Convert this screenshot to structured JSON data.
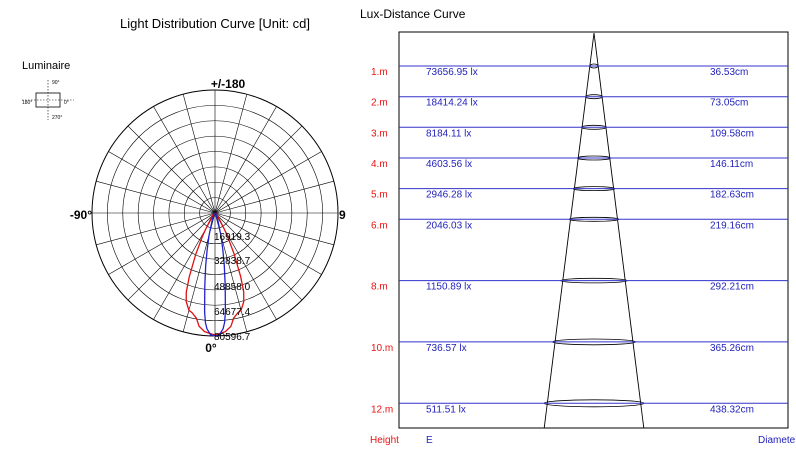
{
  "polar": {
    "title": "Light Distribution Curve   [Unit: cd]",
    "luminaire_label": "Luminaire",
    "icon_labels": {
      "top": "90°",
      "left": "180°",
      "right": "0°",
      "bottom": "270°"
    },
    "angle_labels": {
      "top": "+/-180",
      "left": "-90°",
      "right": "9",
      "bottom": "0°"
    },
    "rings": [
      "16919.3",
      "32838.7",
      "48858.0",
      "64677.4",
      "80596.7"
    ],
    "line_colors": {
      "c0": "#dd1111",
      "c90": "#2222cc",
      "grid": "#000000"
    }
  },
  "lux": {
    "title": "Lux-Distance Curve",
    "footer": {
      "height": "Height",
      "e": "E",
      "diameter": "Diamete"
    },
    "colors": {
      "height": "#ee1111",
      "lux_text": "#2222bb",
      "line": "#3333cc"
    }
  },
  "chart_data": [
    {
      "type": "line",
      "title": "Light Distribution Curve   [Unit: cd]",
      "coordinate_system": "polar",
      "unit": "cd",
      "angle_labels": [
        "0°",
        "-90°",
        "+/-180",
        "9"
      ],
      "radial_ticks": [
        16919.3,
        32838.7,
        48858.0,
        64677.4,
        80596.7
      ],
      "rmax": 80596.7,
      "grid": true,
      "series": [
        {
          "angles_deg": [
            0,
            5,
            8,
            10,
            13,
            15,
            18,
            20,
            22,
            25,
            28,
            30,
            35,
            40,
            50,
            60,
            90
          ],
          "values": [
            80000,
            78000,
            75000,
            70000,
            67000,
            66000,
            61000,
            55000,
            45000,
            30000,
            18000,
            12000,
            5000,
            2500,
            1000,
            500,
            200
          ]
        },
        {
          "angles_deg": [
            0,
            2,
            4,
            5,
            6,
            8,
            10,
            12,
            15,
            20,
            30,
            60,
            90
          ],
          "values": [
            80500,
            80000,
            76000,
            72000,
            65000,
            48000,
            35000,
            25000,
            15000,
            6000,
            1500,
            500,
            200
          ]
        }
      ]
    },
    {
      "type": "table",
      "title": "Lux-Distance Curve",
      "columns": [
        "Height",
        "E",
        "Diamete"
      ],
      "rows": [
        [
          "1.m",
          "73656.95 lx",
          "36.53cm"
        ],
        [
          "2.m",
          "18414.24 lx",
          "73.05cm"
        ],
        [
          "3.m",
          "8184.11 lx",
          "109.58cm"
        ],
        [
          "4.m",
          "4603.56 lx",
          "146.11cm"
        ],
        [
          "5.m",
          "2946.28 lx",
          "182.63cm"
        ],
        [
          "6.m",
          "2046.03 lx",
          "219.16cm"
        ],
        [
          "8.m",
          "1150.89 lx",
          "292.21cm"
        ],
        [
          "10.m",
          "736.57 lx",
          "365.26cm"
        ],
        [
          "12.m",
          "511.51 lx",
          "438.32cm"
        ]
      ]
    }
  ]
}
